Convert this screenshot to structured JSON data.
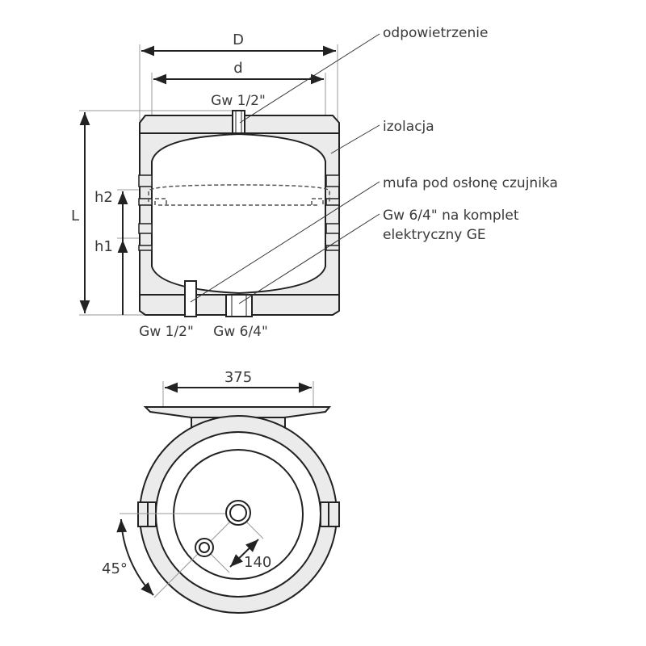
{
  "side_view": {
    "dim_D": "D",
    "dim_d": "d",
    "dim_L": "L",
    "dim_h1": "h1",
    "dim_h2": "h2",
    "top_connection": "Gw 1/2\"",
    "bottom_connection_left": "Gw 1/2\"",
    "bottom_connection_right": "Gw 6/4\"",
    "callouts": [
      {
        "text": "odpowietrzenie"
      },
      {
        "text": "izolacja"
      },
      {
        "text": "mufa pod osłonę czujnika"
      },
      {
        "text": "Gw 6/4\" na komplet"
      },
      {
        "text": "elektryczny GE"
      }
    ]
  },
  "bottom_view": {
    "dim_width": "375",
    "dim_spacing": "140",
    "dim_angle": "45°"
  }
}
